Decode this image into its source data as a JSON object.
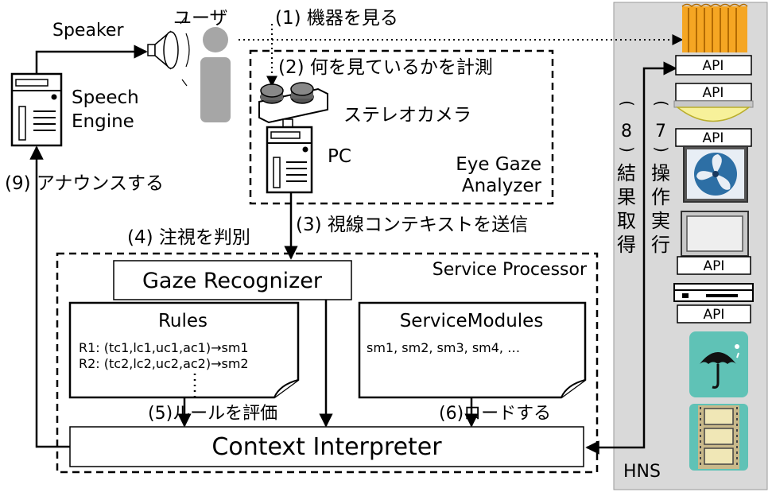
{
  "labels": {
    "speaker": "Speaker",
    "user": "ユーザ",
    "step1": "(1) 機器を見る",
    "step2": "(2) 何を見ているかを計測",
    "stereo_camera": "ステレオカメラ",
    "pc": "PC",
    "eye_gaze_1": "Eye Gaze",
    "eye_gaze_2": "Analyzer",
    "speech_engine_1": "Speech",
    "speech_engine_2": "Engine",
    "step9": "(9) アナウンスする",
    "step3": "(3) 視線コンテキストを送信",
    "step4": "(4) 注視を判別",
    "service_processor": "Service Processor",
    "gaze_recognizer": "Gaze Recognizer",
    "rules_title": "Rules",
    "rule1": "R1: (tc1,lc1,uc1,ac1)→sm1",
    "rule2": "R2: (tc2,lc2,uc2,ac2)→sm2",
    "modules_title": "ServiceModules",
    "modules_list": "sm1, sm2, sm3, sm4, …",
    "step5": "(5)ルールを評価",
    "step6": "(6)ロードする",
    "context_interpreter": "Context Interpreter",
    "step8": [
      "(",
      "8",
      ")",
      "結",
      "果",
      "取",
      "得"
    ],
    "step7": [
      "(",
      "7",
      ")",
      "操",
      "作",
      "実",
      "行"
    ],
    "hns": "HNS",
    "api": "API"
  },
  "colors": {
    "hns_bg": "#d9d9d9",
    "user_gray": "#a6a6a6",
    "orange": "#f5a623",
    "teal": "#5fc2b6",
    "film_bg": "#c9b98a",
    "film_cell": "#f0e7b6"
  }
}
